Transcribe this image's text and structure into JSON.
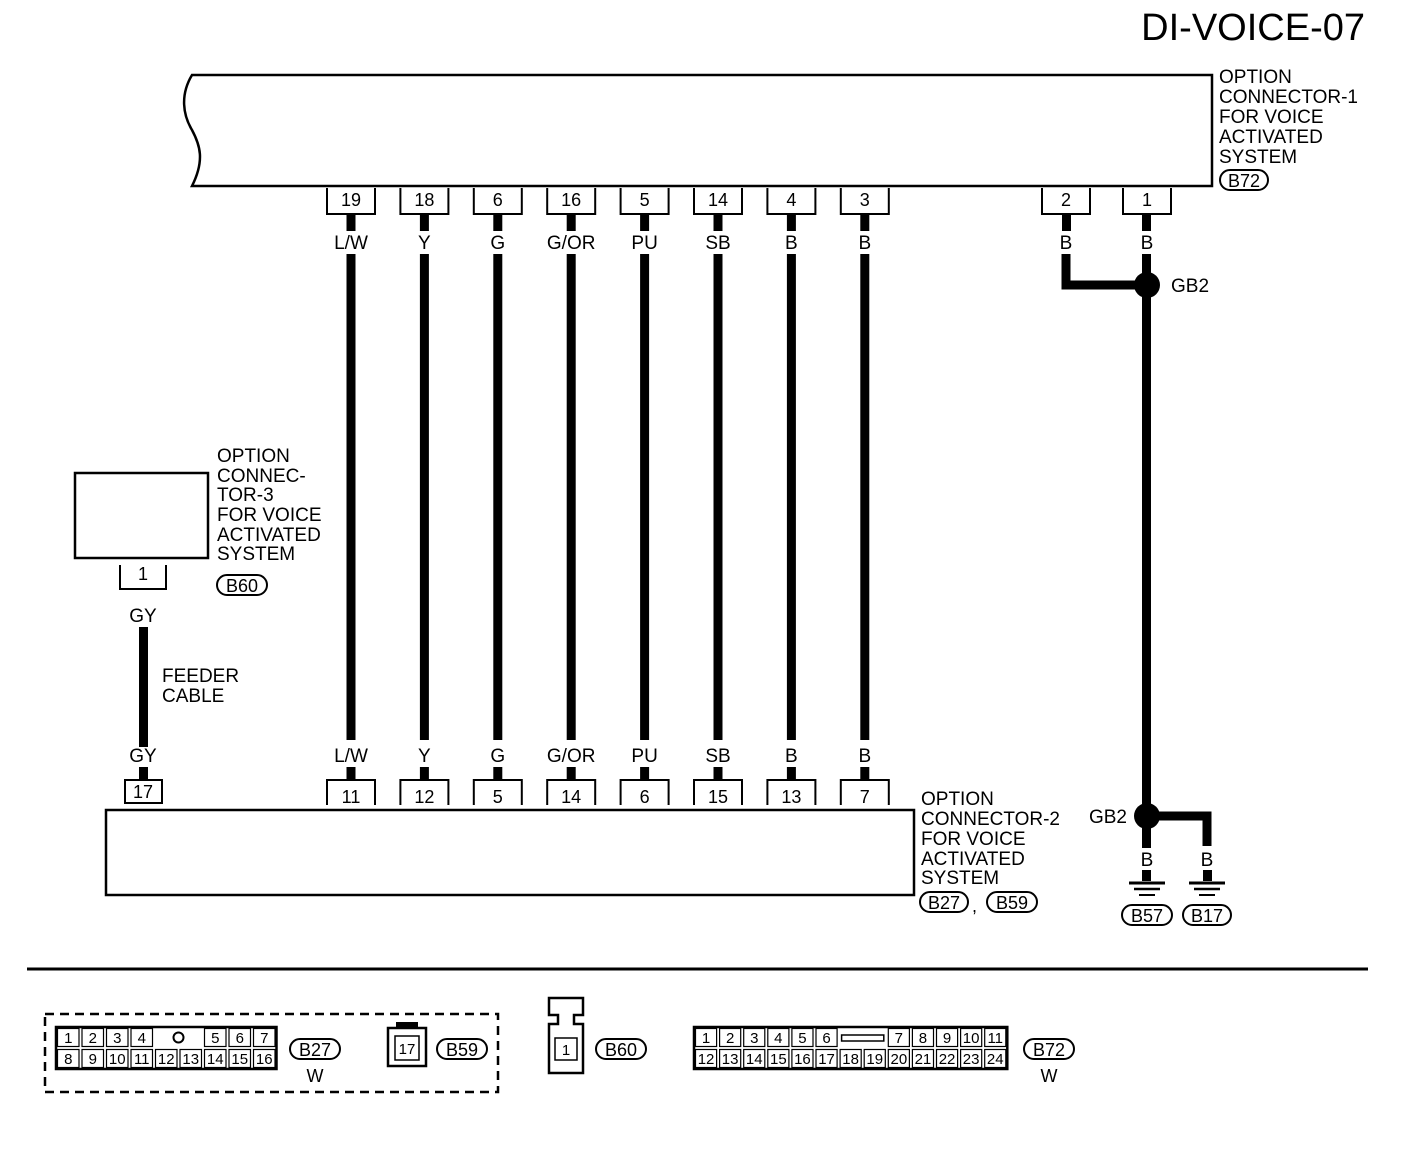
{
  "title": "DI-VOICE-07",
  "connector1": {
    "label_lines": [
      "OPTION",
      "CONNECTOR-1",
      "FOR VOICE",
      "ACTIVATED",
      "SYSTEM"
    ],
    "code": "B72"
  },
  "connector2": {
    "label_lines": [
      "OPTION",
      "CONNECTOR-2",
      "FOR VOICE",
      "ACTIVATED",
      "SYSTEM"
    ],
    "codes": [
      "B27",
      "B59"
    ],
    "separator": ","
  },
  "connector3": {
    "label_lines": [
      "OPTION",
      "CONNEC-",
      "TOR-3",
      "FOR VOICE",
      "ACTIVATED",
      "SYSTEM"
    ],
    "code": "B60",
    "pin": "1",
    "wire_color_top": "GY",
    "wire_color_bottom": "GY",
    "bottom_pin": "17",
    "feeder_label_lines": [
      "FEEDER",
      "CABLE"
    ]
  },
  "wires": [
    {
      "top_pin": "19",
      "color": "L/W",
      "bottom_pin": "11"
    },
    {
      "top_pin": "18",
      "color": "Y",
      "bottom_pin": "12"
    },
    {
      "top_pin": "6",
      "color": "G",
      "bottom_pin": "5"
    },
    {
      "top_pin": "16",
      "color": "G/OR",
      "bottom_pin": "14"
    },
    {
      "top_pin": "5",
      "color": "PU",
      "bottom_pin": "6"
    },
    {
      "top_pin": "14",
      "color": "SB",
      "bottom_pin": "15"
    },
    {
      "top_pin": "4",
      "color": "B",
      "bottom_pin": "13"
    },
    {
      "top_pin": "3",
      "color": "B",
      "bottom_pin": "7"
    }
  ],
  "ground_wires": {
    "pin_a": "2",
    "color_a": "B",
    "pin_b": "1",
    "color_b": "B",
    "splice_top": "GB2",
    "splice_bottom": "GB2",
    "ground_a_color": "B",
    "ground_a_code": "B57",
    "ground_b_color": "B",
    "ground_b_code": "B17"
  },
  "connector_views": {
    "b27": {
      "row1": [
        "1",
        "2",
        "3",
        "4",
        "",
        "5",
        "6",
        "7"
      ],
      "row2": [
        "8",
        "9",
        "10",
        "11",
        "12",
        "13",
        "14",
        "15",
        "16"
      ],
      "code": "B27",
      "color": "W"
    },
    "b59": {
      "pin": "17",
      "code": "B59"
    },
    "b60": {
      "pin": "1",
      "code": "B60"
    },
    "b72": {
      "row1_left": [
        "1",
        "2",
        "3",
        "4",
        "5",
        "6"
      ],
      "row1_right": [
        "7",
        "8",
        "9",
        "10",
        "11"
      ],
      "row2": [
        "12",
        "13",
        "14",
        "15",
        "16",
        "17",
        "18",
        "19",
        "20",
        "21",
        "22",
        "23",
        "24"
      ],
      "code": "B72",
      "color": "W"
    }
  }
}
